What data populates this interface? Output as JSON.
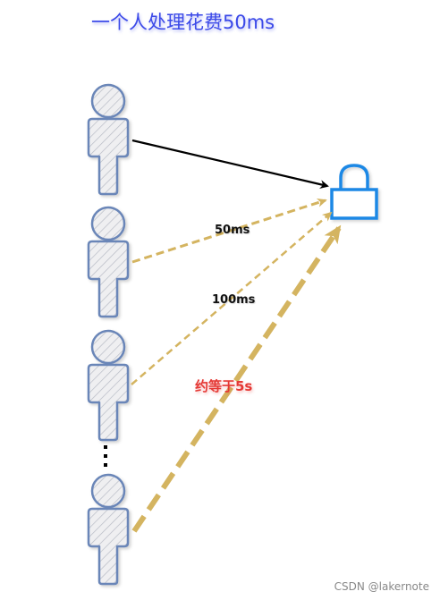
{
  "title": "一个人处理花费50ms",
  "labels": {
    "t50": "50ms",
    "t100": "100ms",
    "t5s": "约等于5s"
  },
  "watermark": "CSDN @lakernote",
  "colors": {
    "title": "#3b49e8",
    "person_stroke": "#6b86b8",
    "person_fill": "#ececec",
    "lock": "#1e88e5",
    "arrow_gold": "#d4b460",
    "arrow_black": "#000000",
    "highlight": "#e53935"
  },
  "icons": [
    "person-icon",
    "lock-icon",
    "ellipsis-icon"
  ]
}
